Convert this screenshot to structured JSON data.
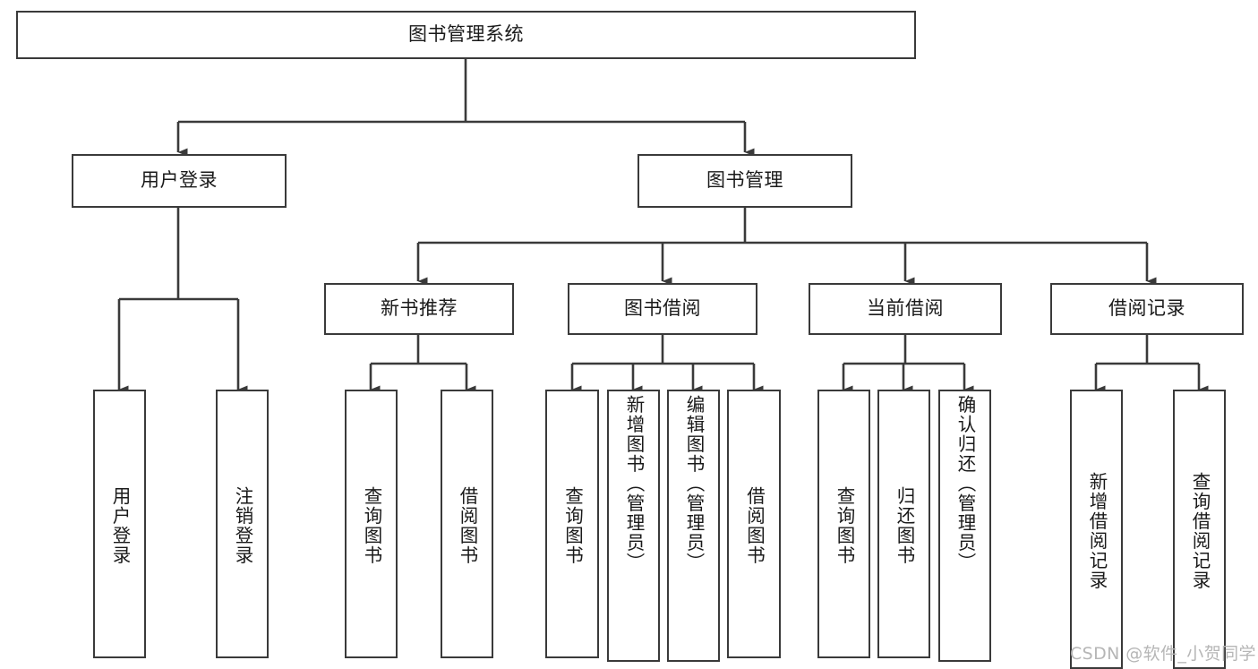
{
  "diagram": {
    "title": "图书管理系统",
    "type": "tree-hierarchy-chart",
    "accent_color": "#3a3a3a",
    "background_color": "#ffffff"
  },
  "nodes": {
    "root": {
      "label": "图书管理系统"
    },
    "level2": [
      {
        "label": "用户登录"
      },
      {
        "label": "图书管理"
      }
    ],
    "level3": [
      {
        "label": "新书推荐"
      },
      {
        "label": "图书借阅"
      },
      {
        "label": "当前借阅"
      },
      {
        "label": "借阅记录"
      }
    ],
    "leaves": {
      "user_login": [
        {
          "label": "用户登录"
        },
        {
          "label": "注销登录"
        }
      ],
      "new_book_recommend": [
        {
          "label": "查询图书"
        },
        {
          "label": "借阅图书"
        }
      ],
      "book_borrow": [
        {
          "label": "查询图书"
        },
        {
          "label": "新增图书（管理员）"
        },
        {
          "label": "编辑图书（管理员）"
        },
        {
          "label": "借阅图书"
        }
      ],
      "current_borrow": [
        {
          "label": "查询图书"
        },
        {
          "label": "归还图书"
        },
        {
          "label": "确认归还（管理员）"
        }
      ],
      "borrow_records": [
        {
          "label": "新增借阅记录"
        },
        {
          "label": "查询借阅记录"
        }
      ]
    }
  },
  "watermark": {
    "text": "CSDN @软件_小贺同学"
  }
}
